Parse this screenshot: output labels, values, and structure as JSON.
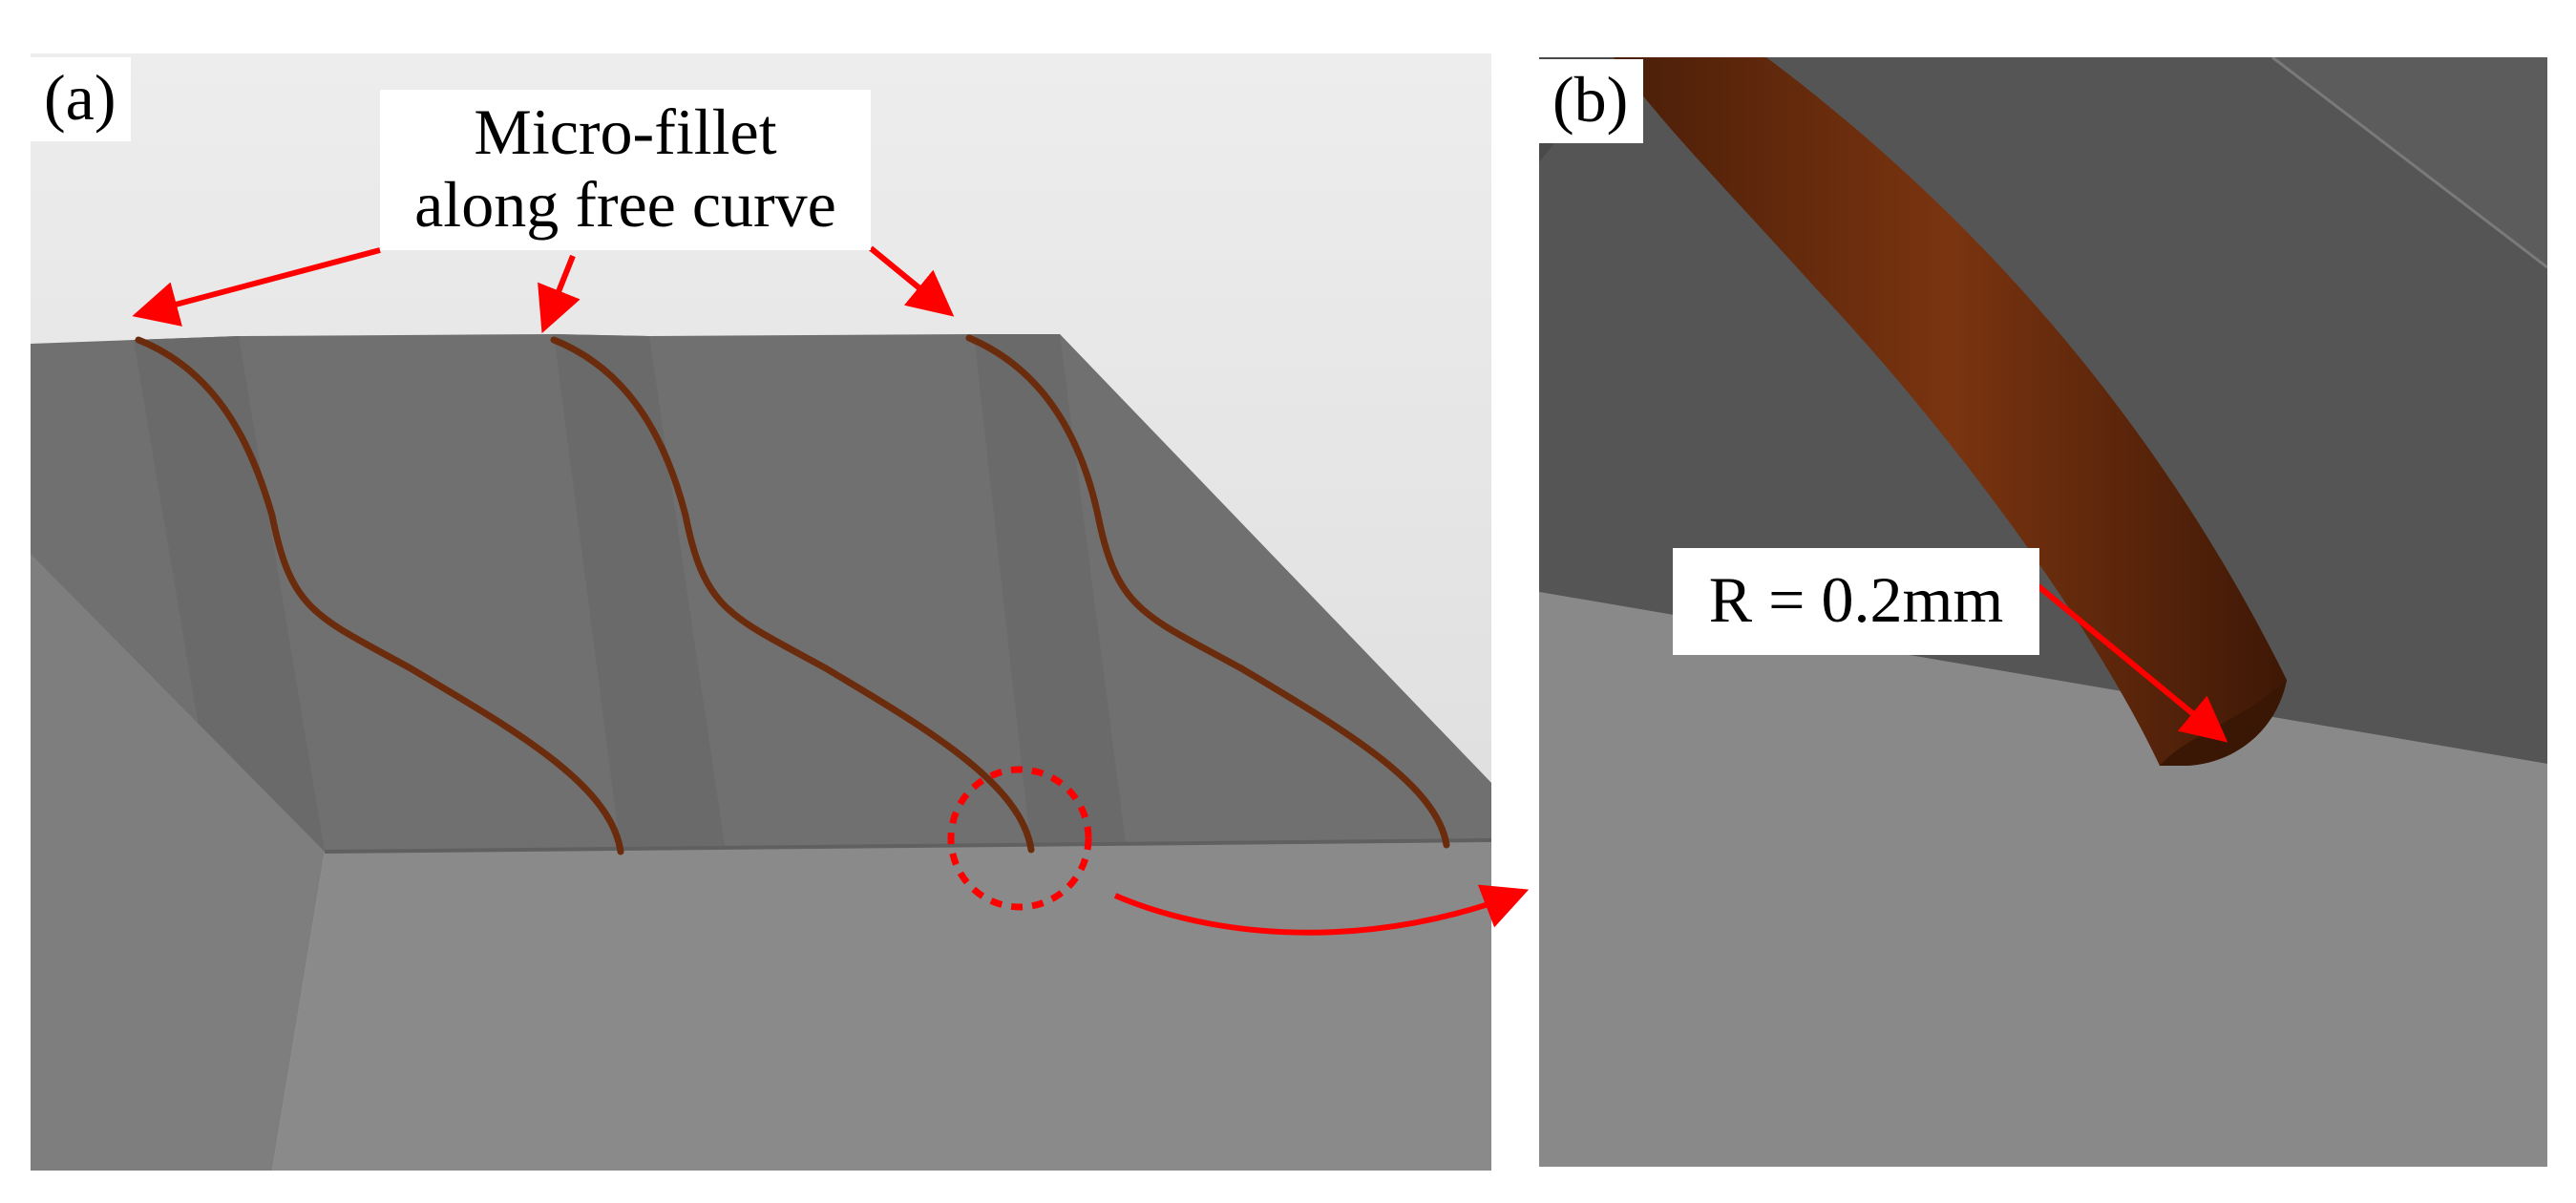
{
  "panels": {
    "a": {
      "label": "(a)"
    },
    "b": {
      "label": "(b)"
    }
  },
  "annotations": {
    "fillet_line1": "Micro-fillet",
    "fillet_line2": "along free curve",
    "radius": "R = 0.2mm"
  },
  "colors": {
    "background": "#e3e3e3",
    "top_face": "#707070",
    "front_face": "#8a8a8a",
    "fillet": "#6b2c0e",
    "arrow": "#ff0000",
    "dark_face": "#555555"
  }
}
